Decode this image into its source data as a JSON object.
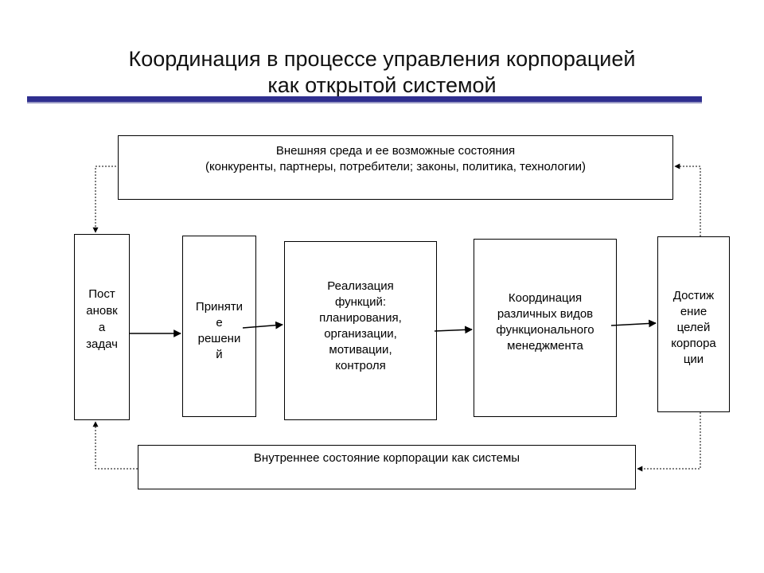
{
  "title": {
    "line1": "Координация в процессе управления корпорацией",
    "line2": "как открытой системой"
  },
  "colors": {
    "accent_bar": "#2f2f8f",
    "accent_bar_light": "#9a9ac4"
  },
  "external": {
    "line1": "Внешняя среда и ее возможные состояния",
    "line2": "(конкуренты, партнеры, потребители; законы, политика, технологии)"
  },
  "internal": {
    "line1": "Внутреннее состояние корпорации как системы"
  },
  "steps": {
    "task": [
      "Пост",
      "ановк",
      "а",
      "задач"
    ],
    "decision": [
      "Приняти",
      "е",
      "решени",
      "й"
    ],
    "functions": [
      "Реализация",
      "функций:",
      "планирования,",
      "организации,",
      "мотивации,",
      "контроля"
    ],
    "coordination": [
      "Координация",
      "различных видов",
      "функционального",
      "менеджмента"
    ],
    "goals": [
      "Достиж",
      "ение",
      "целей",
      "корпора",
      "ции"
    ]
  }
}
